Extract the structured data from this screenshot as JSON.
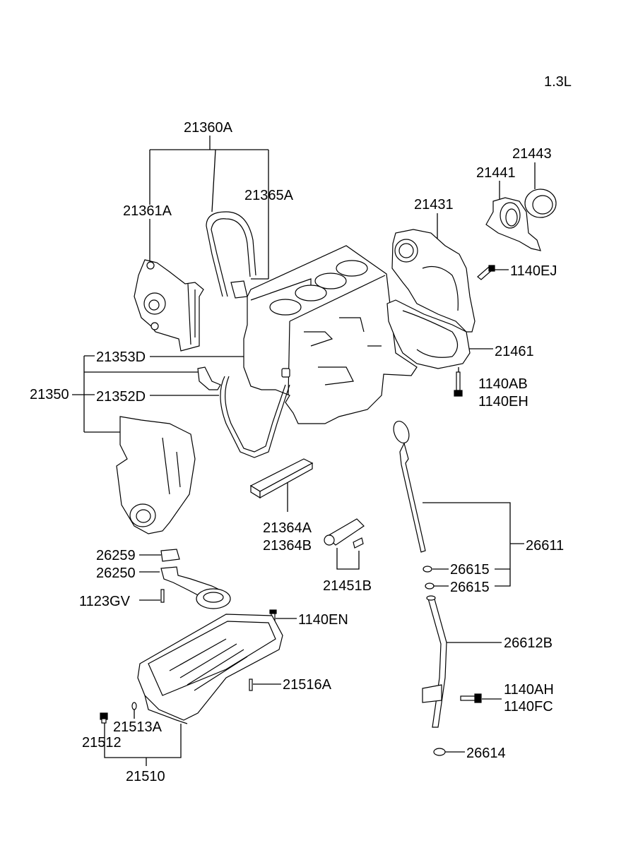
{
  "engine_label": "1.3L",
  "labels": {
    "l21360A": "21360A",
    "l21361A": "21361A",
    "l21365A": "21365A",
    "l21443": "21443",
    "l21441": "21441",
    "l21431": "21431",
    "l1140EJ": "1140EJ",
    "l21461": "21461",
    "l1140AB": "1140AB",
    "l1140EH": "1140EH",
    "l21353D": "21353D",
    "l21350": "21350",
    "l21352D": "21352D",
    "l21364A": "21364A",
    "l21364B": "21364B",
    "l21451B": "21451B",
    "l26611": "26611",
    "l26615a": "26615",
    "l26615b": "26615",
    "l26259": "26259",
    "l26250": "26250",
    "l1123GV": "1123GV",
    "l1140EN": "1140EN",
    "l21516A": "21516A",
    "l26612B": "26612B",
    "l1140AH": "1140AH",
    "l1140FC": "1140FC",
    "l21513A": "21513A",
    "l21512": "21512",
    "l26614": "26614",
    "l21510": "21510"
  }
}
